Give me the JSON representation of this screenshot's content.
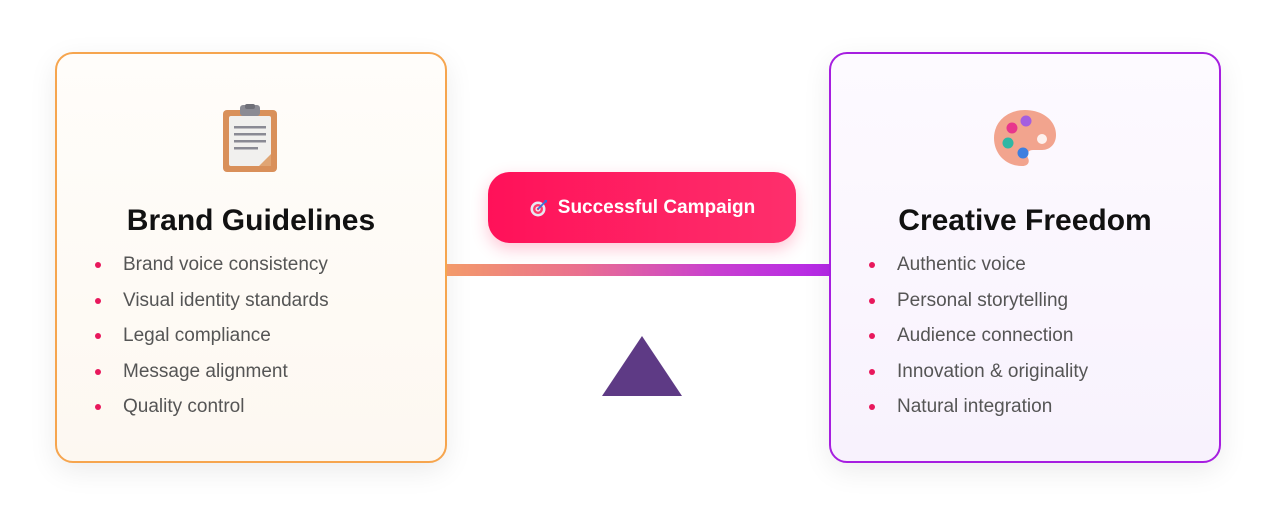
{
  "diagram": {
    "center_label": "Successful Campaign",
    "center_icon": "target-icon",
    "left_card": {
      "icon": "clipboard-icon",
      "title": "Brand Guidelines",
      "items": [
        "Brand voice consistency",
        "Visual identity standards",
        "Legal compliance",
        "Message alignment",
        "Quality control"
      ],
      "border_color": "#f6a54e"
    },
    "right_card": {
      "icon": "palette-icon",
      "title": "Creative Freedom",
      "items": [
        "Authentic voice",
        "Personal storytelling",
        "Audience connection",
        "Innovation & originality",
        "Natural integration"
      ],
      "border_color": "#a61ee0"
    },
    "colors": {
      "pill": "#ff1159",
      "bullet": "#e8185c",
      "fulcrum": "#5e3a85",
      "beam_start": "#f39a6a",
      "beam_end": "#b428e8"
    }
  }
}
